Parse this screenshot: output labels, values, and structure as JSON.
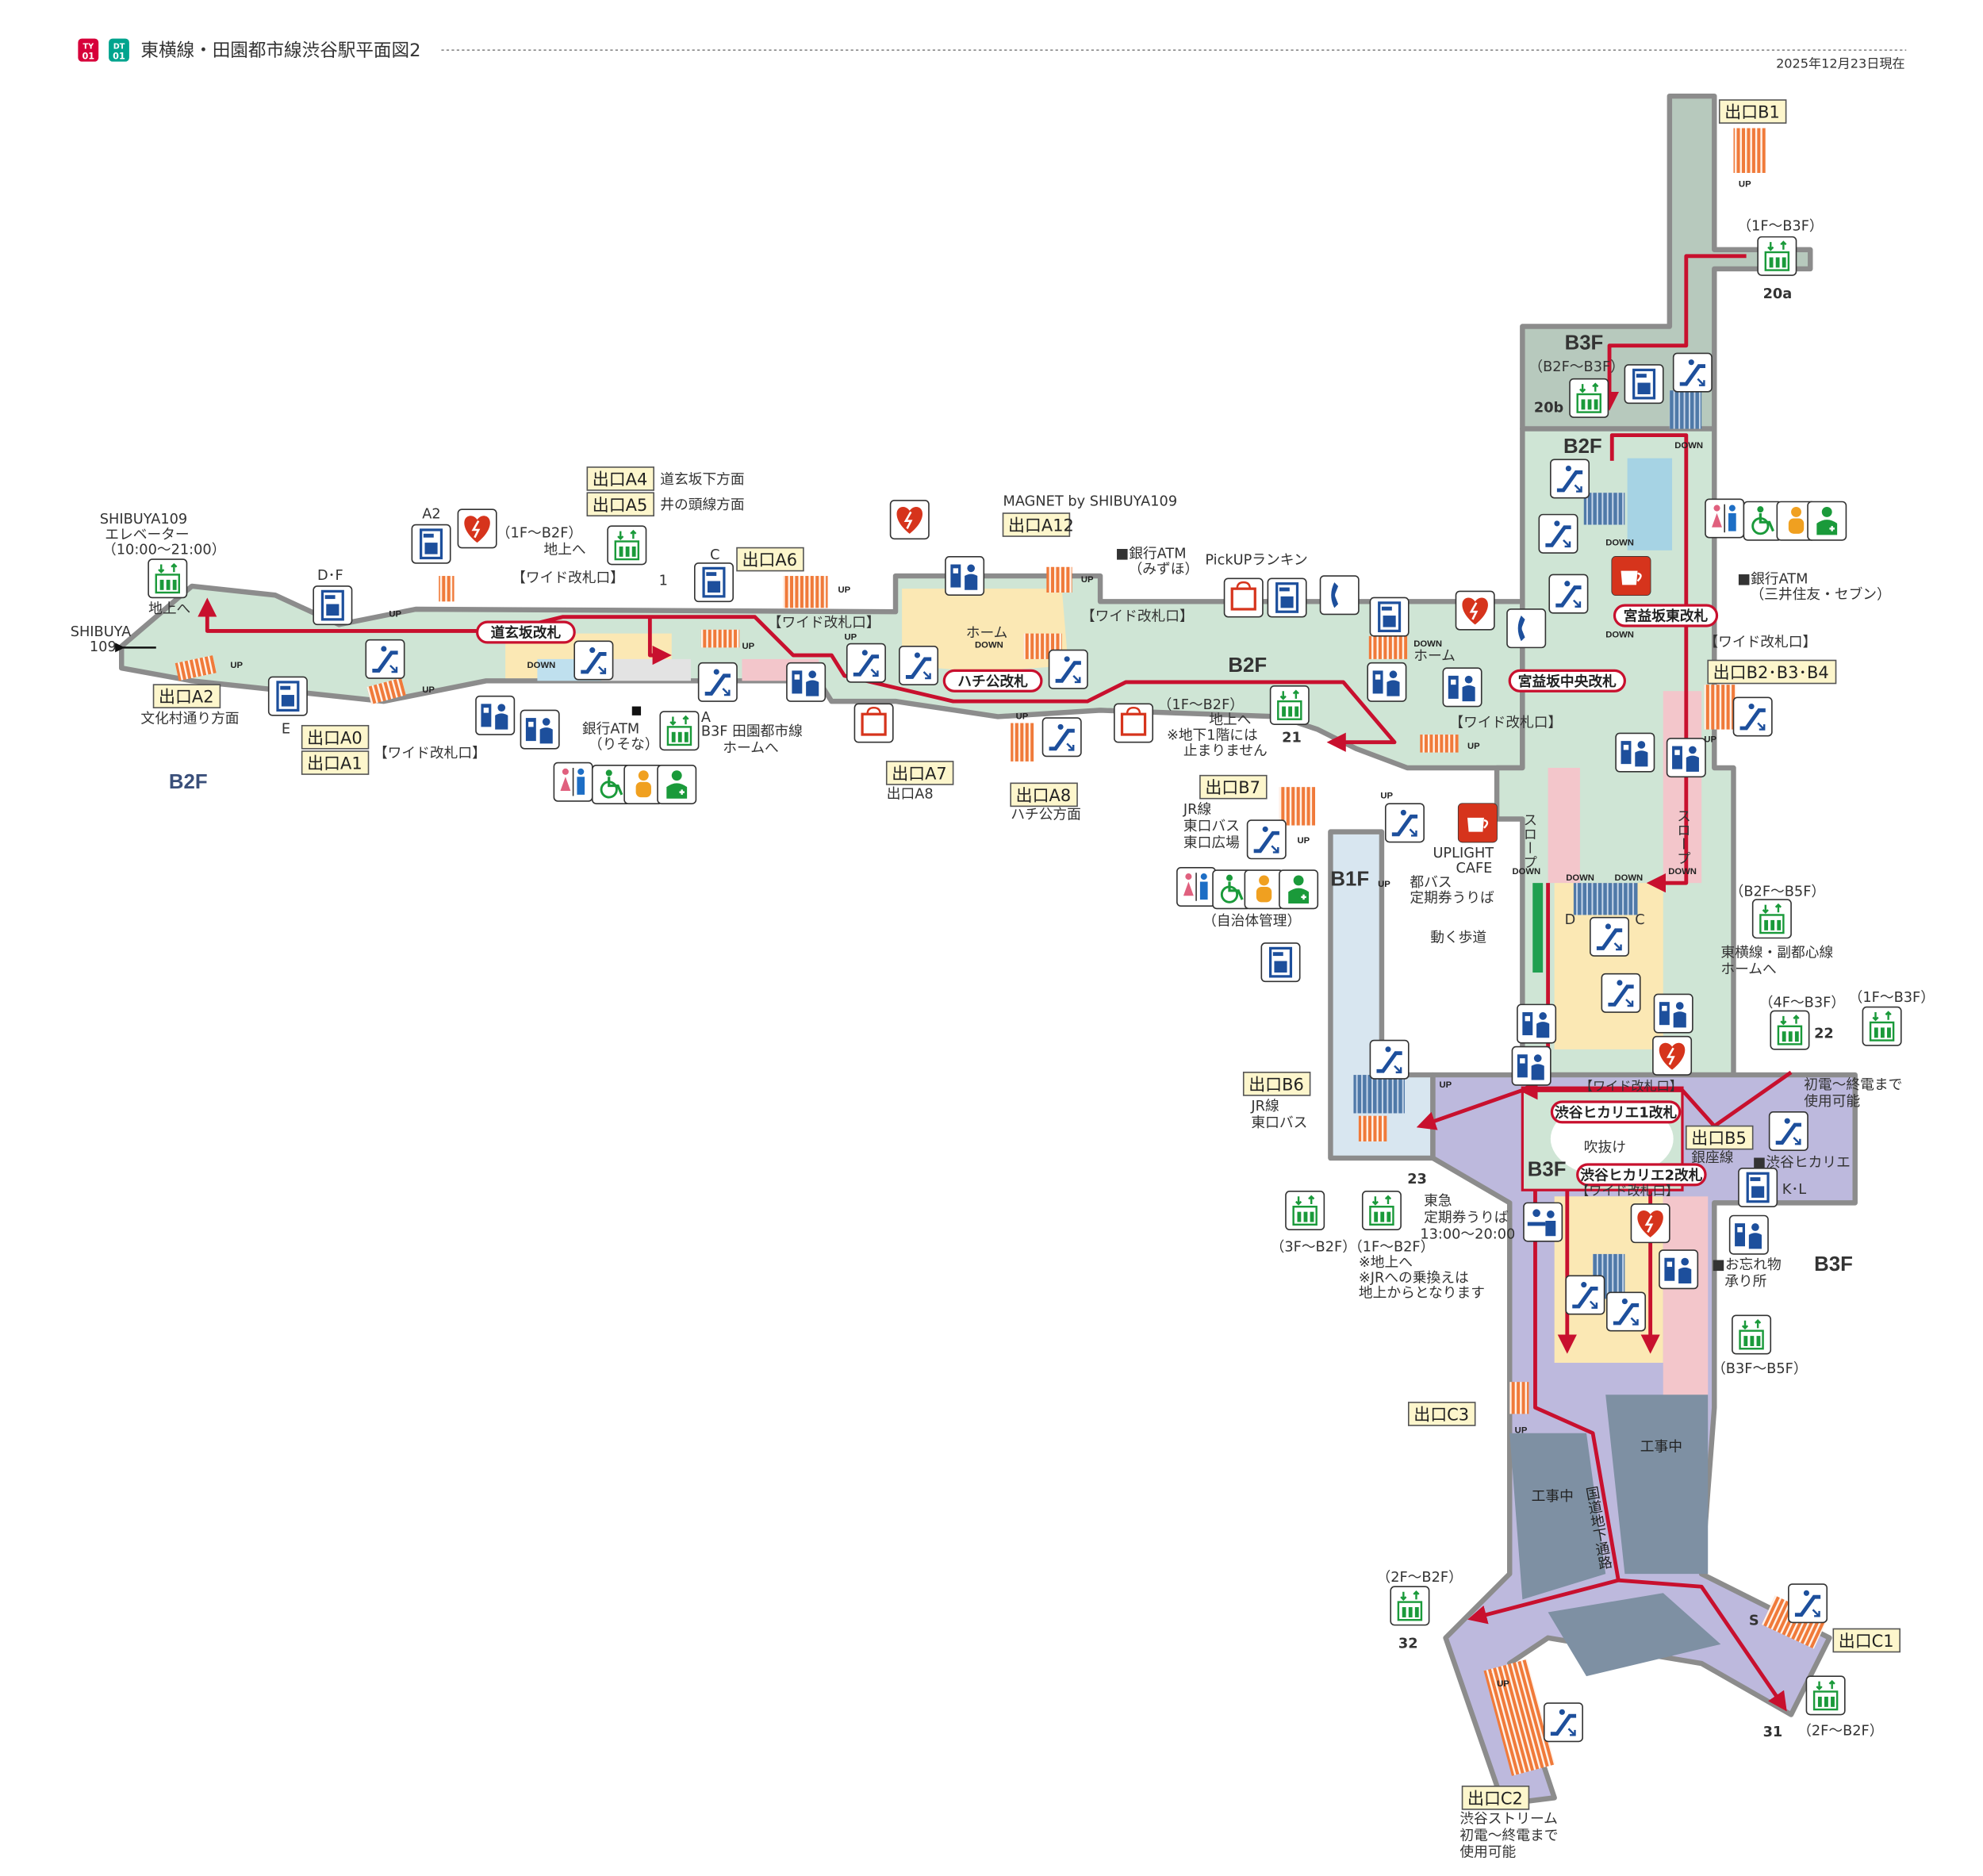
{
  "header": {
    "badges": [
      {
        "line": "TY",
        "num": "01",
        "color": "#d7003a"
      },
      {
        "line": "DT",
        "num": "01",
        "color": "#00a48e"
      }
    ],
    "title": "東横線・田園都市線渋谷駅平面図2",
    "date": "2025年12月23日現在"
  },
  "floors": {
    "b2f_west": "B2F",
    "b2f_mid": "B2F",
    "b3f_top": "B3F",
    "b2f_east": "B2F",
    "b1f": "B1F",
    "b3f_hikarie": "B3F",
    "b3f_east": "B3F"
  },
  "exits": {
    "A0": "出口A0",
    "A1": "出口A1",
    "A2": "出口A2",
    "A4": "出口A4",
    "A5": "出口A5",
    "A6": "出口A6",
    "A7": "出口A7",
    "A8": "出口A8",
    "A12": "出口A12",
    "B1": "出口B1",
    "B234": "出口B2･B3･B4",
    "B5": "出口B5",
    "B6": "出口B6",
    "B7": "出口B7",
    "C1": "出口C1",
    "C2": "出口C2",
    "C3": "出口C3"
  },
  "exit_notes": {
    "A2": "文化村通り方面",
    "A4": "道玄坂下方面",
    "A5": "井の頭線方面",
    "A7": "出口A8",
    "A8": "ハチ公方面",
    "A12": "MAGNET by SHIBUYA109",
    "B5": "銀座線",
    "B6": [
      "JR線",
      "東口バス"
    ],
    "B7": [
      "JR線",
      "東口バス",
      "東口広場"
    ],
    "C2": [
      "渋谷ストリーム",
      "初電～終電まで",
      "使用可能"
    ]
  },
  "gates": {
    "dogenzaka": "道玄坂改札",
    "hachiko": "ハチ公改札",
    "miyamasu_east": "宮益坂東改札",
    "miyamasu_center": "宮益坂中央改札",
    "hikarie1": "渋谷ヒカリエ1改札",
    "hikarie2": "渋谷ヒカリエ2改札"
  },
  "notes": {
    "shibuya109_elev": [
      "SHIBUYA109",
      "エレベーター",
      "（10:00～21:00）"
    ],
    "to_ground": "地上へ",
    "shibuya109": [
      "SHIBUYA",
      "109"
    ],
    "wide_gate": "【ワイド改札口】",
    "wide_gate_small": "【ワイド改札口】",
    "elev_1f_b2f": "（1F～B2F）",
    "atm_resona": [
      "銀行ATM",
      "（りそな）"
    ],
    "b3f_den": [
      "B3F 田園都市線",
      "ホームへ"
    ],
    "atm_mizuho": [
      "■銀行ATM",
      "（みずほ）"
    ],
    "pickup": "PickUPランキン",
    "home": "ホーム",
    "elev21": [
      "（1F～B2F）",
      "地上へ",
      "※地下1階には",
      "止まりません"
    ],
    "atm_smbc": [
      "■銀行ATM",
      "（三井住友・セブン）"
    ],
    "cafe": [
      "UPLIGHT",
      "CAFE"
    ],
    "bus_ticket": [
      "都バス",
      "定期券うりば"
    ],
    "local_mgmt": "（自治体管理）",
    "slope": "スロープ",
    "moving_walk": "動く歩道",
    "elev_b2f_b5f": "（B2F～B5F）",
    "toyoko_home": [
      "東横線・副都心線",
      "ホームへ"
    ],
    "elev_4f_b3f": "（4F～B3F）",
    "elev_1f_b3f": "（1F～B3F）",
    "first_last": [
      "初電～終電まで",
      "使用可能"
    ],
    "fukinuke": "吹抜け",
    "hikarie": "■渋谷ヒカリエ",
    "kl": "K･L",
    "tokyu_pass": [
      "東急",
      "定期券うりば",
      "13:00～20:00"
    ],
    "elev_3f_b2f": "（3F～B2F）",
    "elev23_notes": [
      "（1F～B2F）",
      "※地上へ",
      "※JRへの乗換えは",
      "地上からとなります"
    ],
    "lost_found": [
      "■お忘れ物",
      "承り所"
    ],
    "elev_b3f_b5f": "（B3F～B5F）",
    "construction": "工事中",
    "national_road": "国道地下通路",
    "elev_2f_b2f": "（2F～B2F）",
    "elev_b2f_b3f": "（B2F～B3F）"
  },
  "markers": {
    "A2": "A2",
    "DF": "D･F",
    "C": "C",
    "E": "E",
    "one": "1",
    "A": "A",
    "D": "D",
    "Cc": "C",
    "n20a": "20a",
    "n20b": "20b",
    "n21": "21",
    "n22": "22",
    "n23": "23",
    "n31": "31",
    "n32": "32",
    "S": "S"
  },
  "stairs": {
    "up": "UP",
    "down": "DOWN"
  },
  "colors": {
    "corridor": "#cfe5d5",
    "platform": "#fbe8b4",
    "paid_area": "#f3c6cb",
    "route": "#c8102e",
    "b3f_area": "#bdb9dd",
    "construction": "#7e90a3",
    "exit_box": "#fdf6cc"
  },
  "icons": [
    "elevator-icon",
    "coin-locker-icon",
    "aed-icon",
    "escalator-icon",
    "fare-adjustment-icon",
    "station-office-icon",
    "restroom-icon",
    "wheelchair-icon",
    "baby-icon",
    "ostomate-icon",
    "phone-icon",
    "cafe-icon",
    "shop-icon"
  ]
}
